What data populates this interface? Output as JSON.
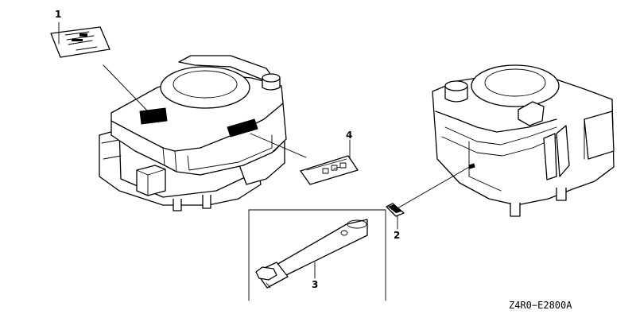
{
  "callouts": [
    {
      "id": "label-1",
      "number": "1"
    },
    {
      "id": "label-2",
      "number": "2"
    },
    {
      "id": "label-3",
      "number": "3"
    },
    {
      "id": "label-4",
      "number": "4"
    }
  ],
  "drawing_code": "Z4R0−E2800A",
  "colors": {
    "line": "#000000",
    "background": "#ffffff",
    "decal_fill": "#000000"
  }
}
